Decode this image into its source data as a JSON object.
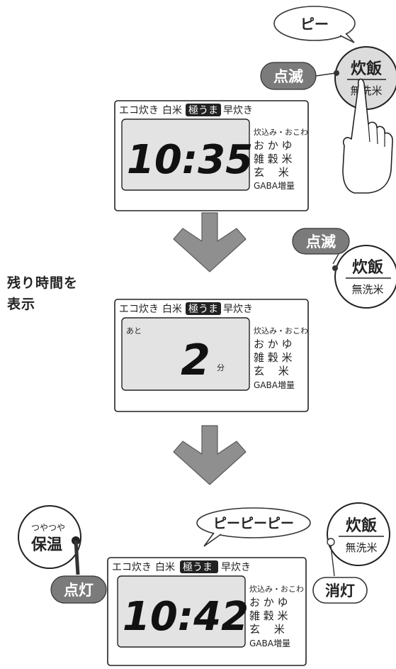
{
  "display": {
    "modes": [
      "エコ炊き",
      "白米",
      "極うま",
      "早炊き"
    ],
    "courses": [
      "炊込み・おこわ",
      "お か ゆ",
      "雑 穀 米",
      "玄　 米",
      "GABA増量"
    ]
  },
  "step1": {
    "time": "10:35",
    "sound": "ピー",
    "indicator": "点滅",
    "button_top": "炊飯",
    "button_bottom": "無洗米"
  },
  "step2": {
    "indicator": "点滅",
    "button_top": "炊飯",
    "button_bottom": "無洗米",
    "remaining_prefix": "あと",
    "remaining_value": "2",
    "remaining_unit": "分",
    "note_line1": "残り時間を",
    "note_line2": "表示"
  },
  "step3": {
    "time": "10:42",
    "sound": "ピーピーピー",
    "keep_warm_small": "つやつや",
    "keep_warm": "保温",
    "keep_warm_state": "点灯",
    "cook_state": "消灯",
    "button_top": "炊飯",
    "button_bottom": "無洗米"
  },
  "colors": {
    "lcd": "#e3e3e3",
    "button": "#dcdcdc",
    "badge": "#7b7b7b",
    "arrow": "#8f8f8f"
  }
}
